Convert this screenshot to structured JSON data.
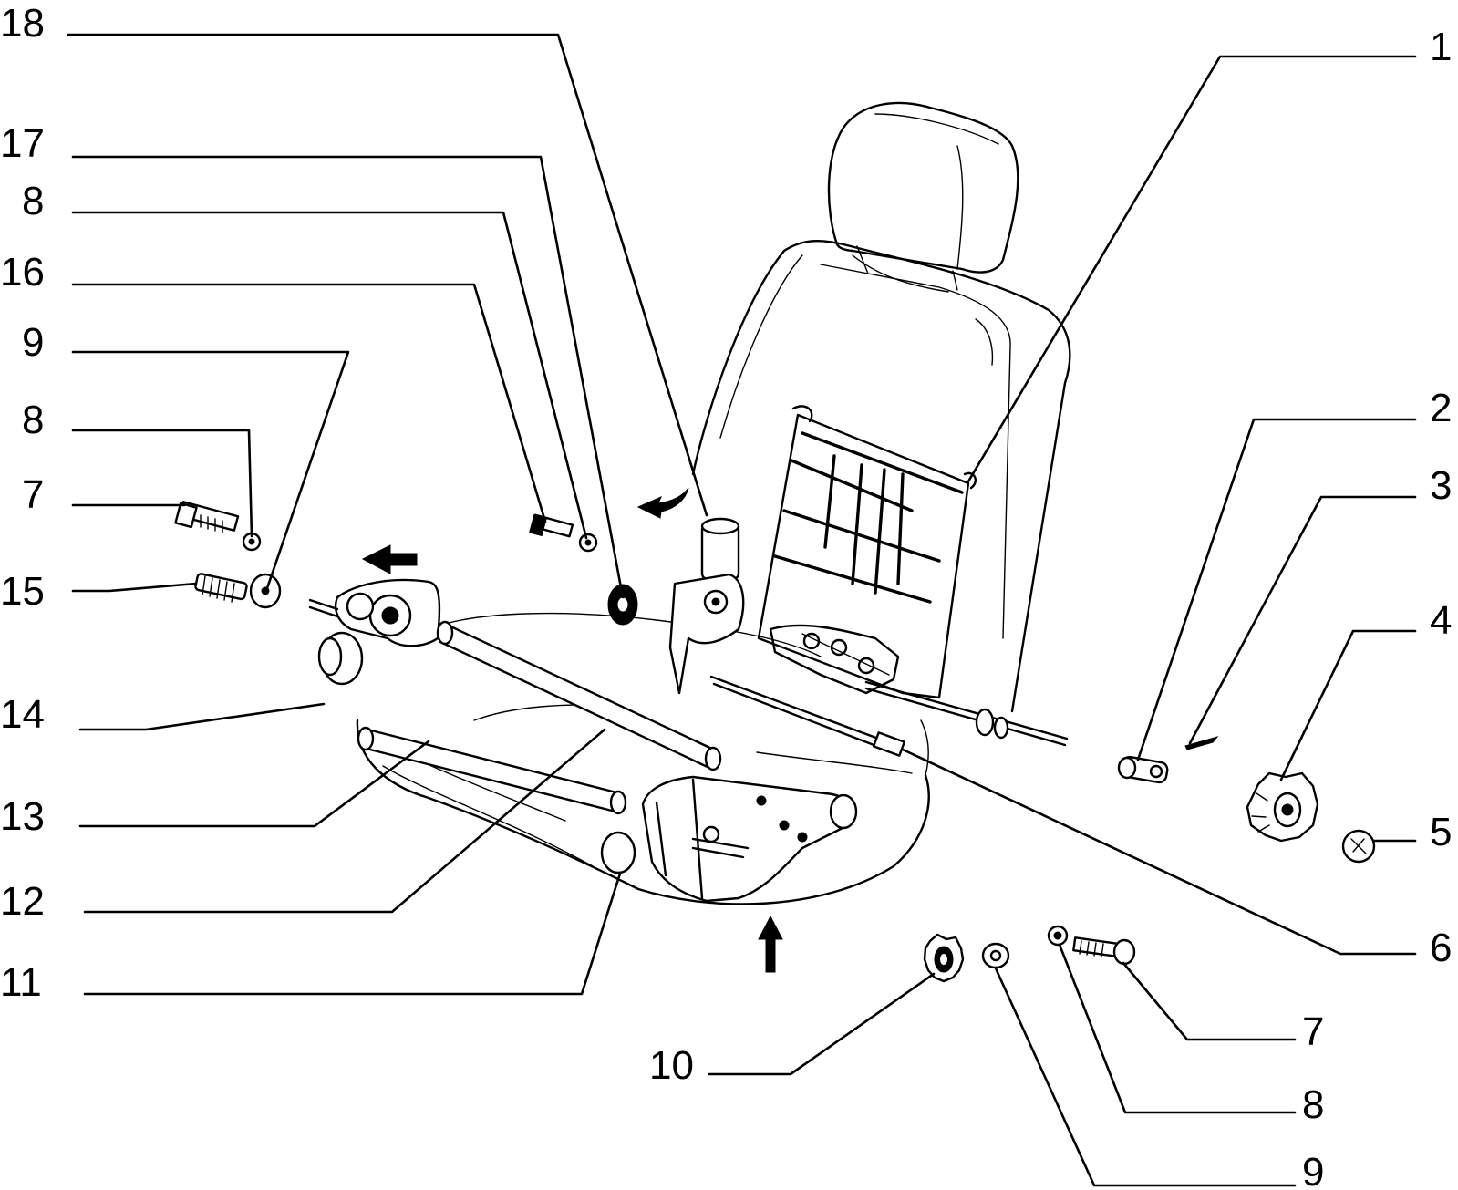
{
  "callouts": {
    "n18": "18",
    "n17": "17",
    "n8a": "8",
    "n16": "16",
    "n9a": "9",
    "n8b": "8",
    "n7a": "7",
    "n15": "15",
    "n14": "14",
    "n13": "13",
    "n12": "12",
    "n11": "11",
    "n1": "1",
    "n2": "2",
    "n3": "3",
    "n4": "4",
    "n5": "5",
    "n6": "6",
    "n7b": "7",
    "n8c": "8",
    "n9b": "9",
    "n10": "10"
  },
  "parts": [
    "headrest",
    "seat-backrest",
    "recliner-frame",
    "seat-cushion",
    "adjuster-mechanism-left",
    "adjuster-mechanism-right",
    "motor",
    "tube",
    "bolt",
    "nut",
    "washer",
    "gear",
    "knob",
    "cable"
  ],
  "arrows": [
    "arrow-left",
    "arrow-up",
    "rotate-arrow"
  ]
}
